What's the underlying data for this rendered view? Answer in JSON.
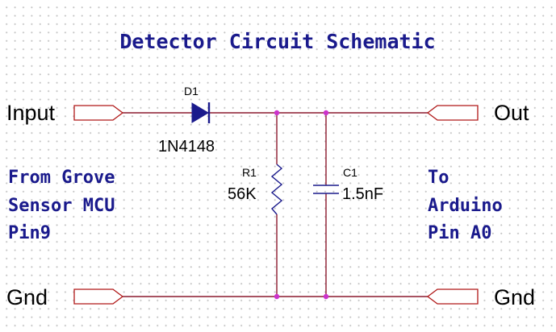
{
  "title": "Detector Circuit Schematic",
  "ports": {
    "input": "Input",
    "out": "Out",
    "gnd_left": "Gnd",
    "gnd_right": "Gnd"
  },
  "notes": {
    "left": [
      "From Grove",
      "Sensor MCU",
      "Pin9"
    ],
    "right": [
      "To",
      "Arduino",
      "Pin A0"
    ]
  },
  "components": {
    "diode": {
      "ref": "D1",
      "value": "1N4148"
    },
    "resistor": {
      "ref": "R1",
      "value": "56K"
    },
    "capacitor": {
      "ref": "C1",
      "value": "1.5nF"
    }
  },
  "colors": {
    "title_text": "#1a1a8c",
    "wire": "#8b1a2e",
    "connector": "#b01818",
    "component": "#1a1a8c",
    "junction": "#cc33cc"
  }
}
